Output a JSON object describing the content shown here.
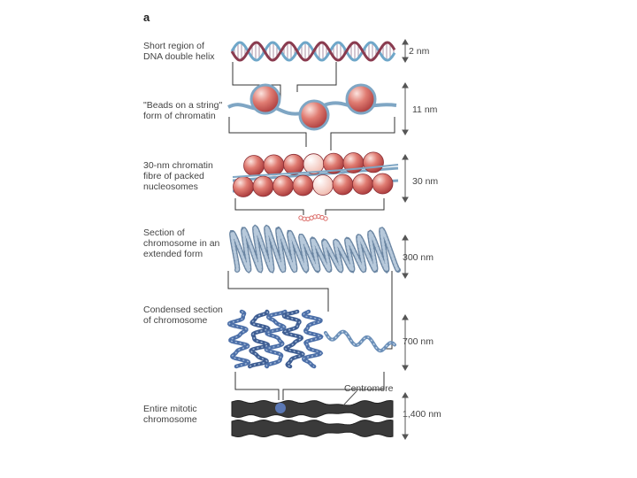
{
  "panel_letter": "a",
  "levels": [
    {
      "label": "Short region of\nDNA double helix",
      "scale": "2 nm"
    },
    {
      "label": "\"Beads on a string\"\nform of chromatin",
      "scale": "11 nm"
    },
    {
      "label": "30-nm chromatin\nfibre of packed\nnucleosomes",
      "scale": "30 nm"
    },
    {
      "label": "Section of\nchromosome in an\nextended form",
      "scale": "300 nm"
    },
    {
      "label": "Condensed section\nof chromosome",
      "scale": "700 nm"
    },
    {
      "label": "Entire mitotic\nchromosome",
      "scale": "1,400 nm"
    }
  ],
  "centromere_label": "Centromere",
  "colors": {
    "dna_strand_a": "#8a3b4f",
    "dna_strand_b": "#6fa7c9",
    "histone": "#d9635f",
    "histone_highlight": "#f6c9c2",
    "linker": "#7fa6c4",
    "fibre_loop": "#8fa7bf",
    "condensed": "#4c6fa8",
    "chromosome": "#3a3a3a",
    "scale_bar": "#555555"
  }
}
